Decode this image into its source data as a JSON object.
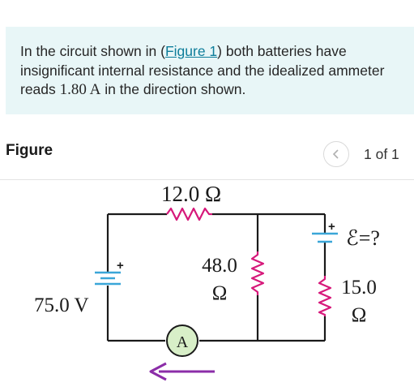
{
  "problem": {
    "text_before_link": "In the circuit shown in (",
    "link_text": "Figure 1",
    "text_after_link": ") both batteries have insignificant internal resistance and the idealized ammeter reads ",
    "current_value": "1.80 A",
    "text_end": " in the direction shown."
  },
  "figure": {
    "title": "Figure",
    "prev_icon": "chevron-left-icon",
    "page_count": "1 of 1"
  },
  "circuit": {
    "r_top_label": "12.0 Ω",
    "r_middle_value": "48.0",
    "r_middle_unit": "Ω",
    "r_right_value": "15.0",
    "r_right_unit": "Ω",
    "battery_left_label": "75.0 V",
    "battery_right_label": "ℰ=?",
    "plus_sign": "+",
    "ammeter_label": "A"
  },
  "colors": {
    "resistor": "#d6187a",
    "battery": "#3aa6d8",
    "arrow": "#8b2da8",
    "ammeter_fill": "#d8efc8",
    "panel_bg": "#e8f6f7",
    "link": "#0d7d9a"
  }
}
